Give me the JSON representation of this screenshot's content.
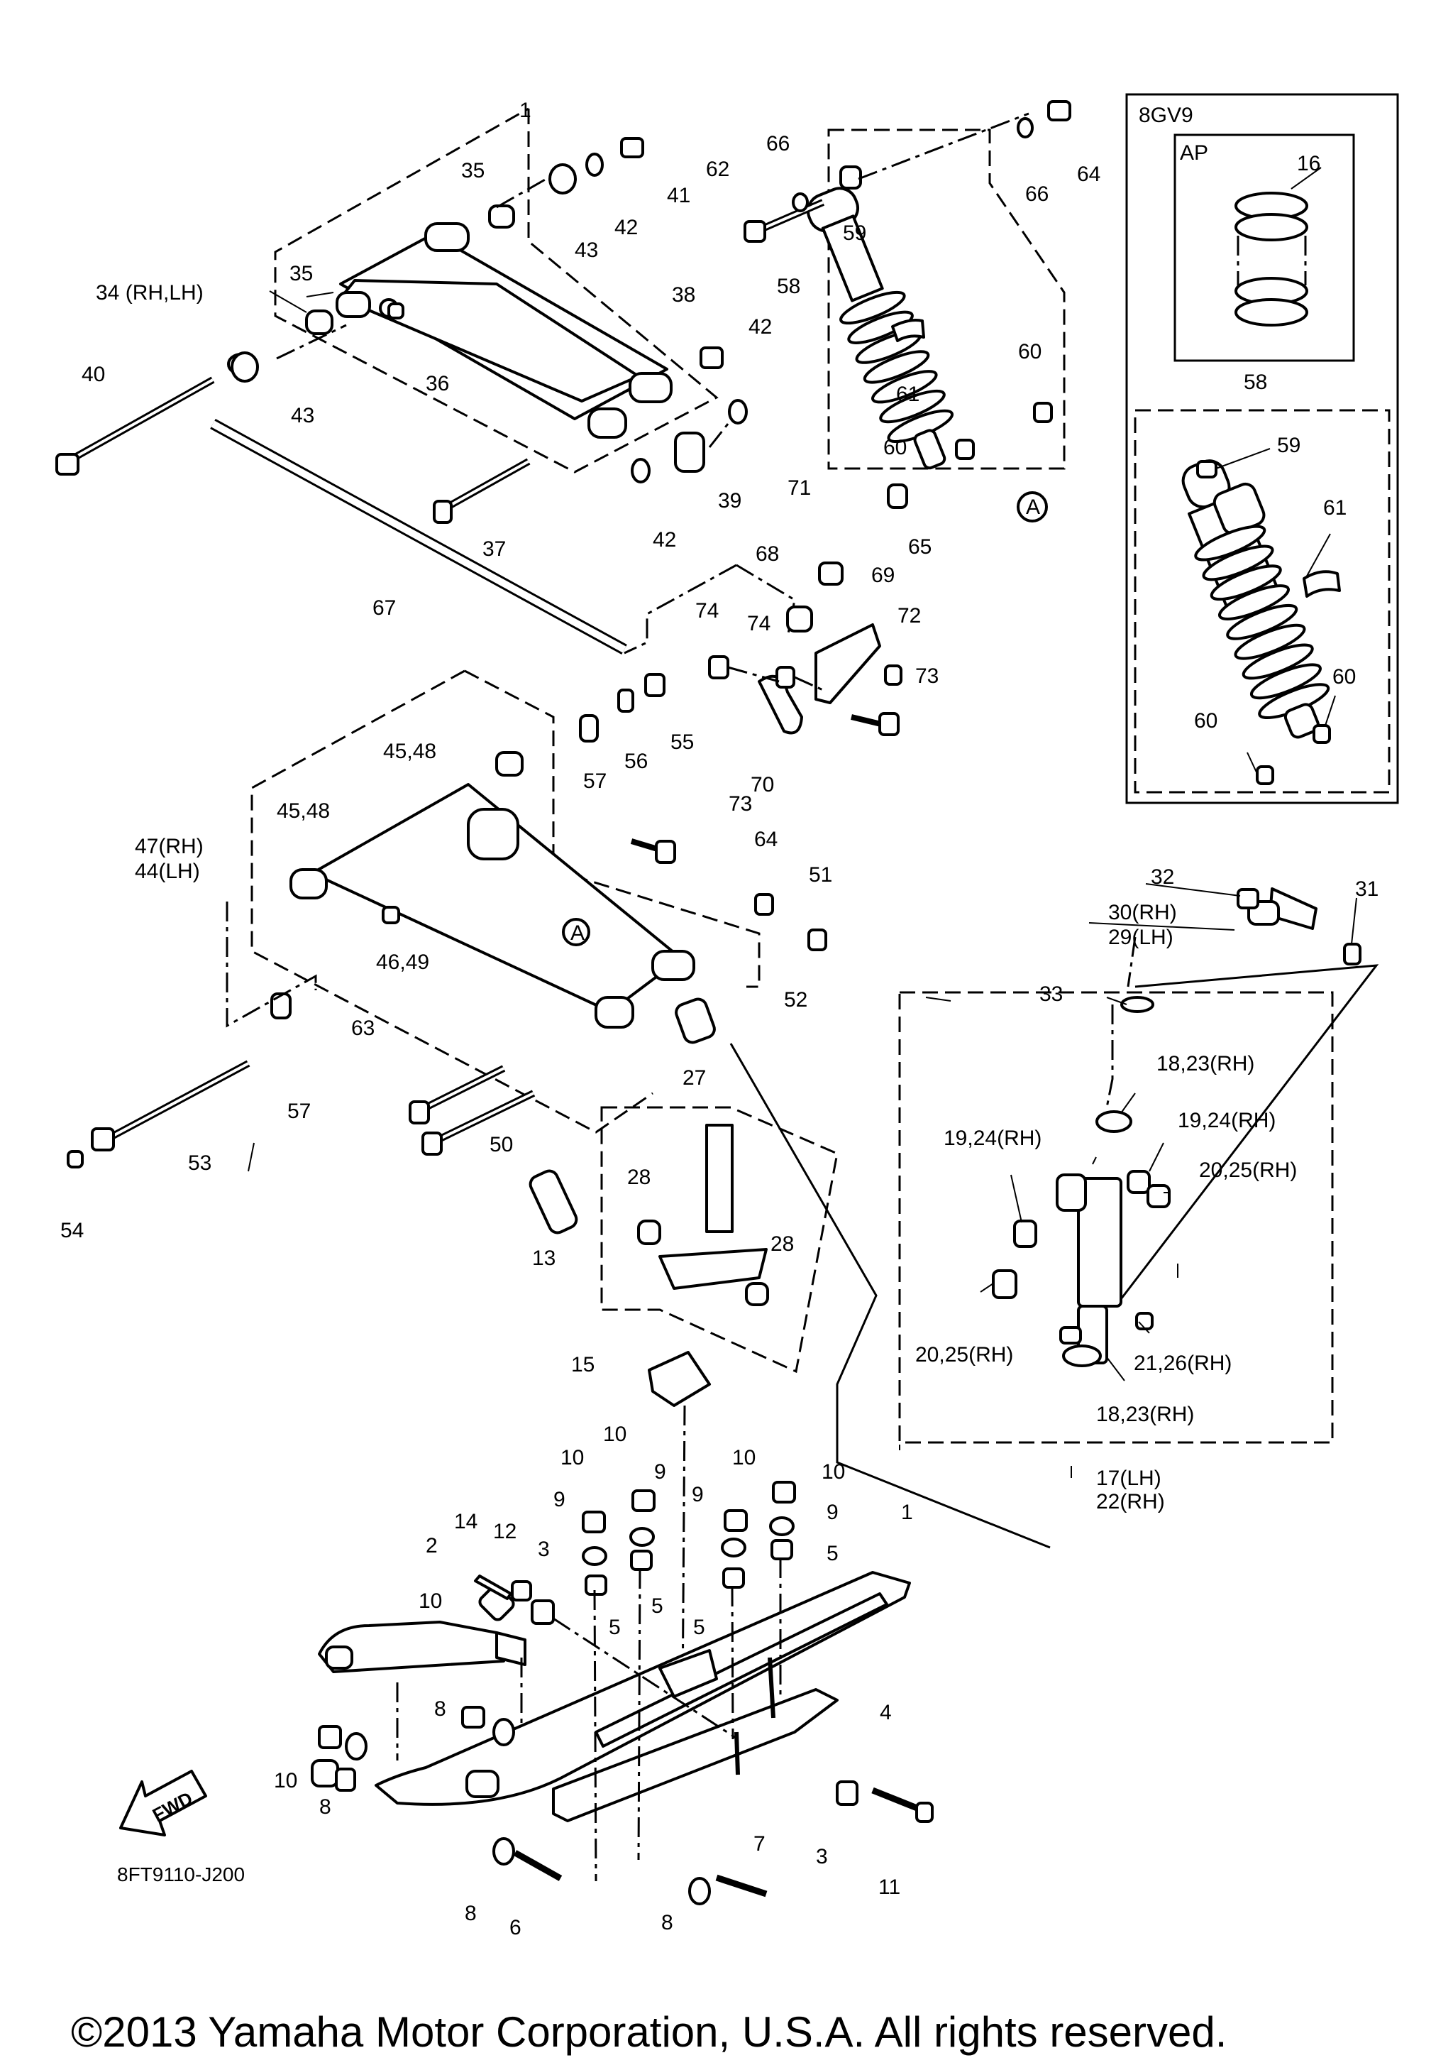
{
  "diagram": {
    "code": "8FT9110-J200",
    "copyright": "©2013 Yamaha Motor Corporation, U.S.A. All rights reserved.",
    "fwd": "FWD",
    "inset_title": "8GV9",
    "inset_sub": "AP",
    "circle_ref": "A",
    "labels": {
      "l1": "1",
      "l1b": "1",
      "l2": "2",
      "l3": "3",
      "l3b": "3",
      "l4": "4",
      "l5": "5",
      "l5b": "5",
      "l5c": "5",
      "l5d": "5",
      "l6": "6",
      "l7": "7",
      "l8": "8",
      "l8b": "8",
      "l8c": "8",
      "l8d": "8",
      "l9": "9",
      "l9b": "9",
      "l9c": "9",
      "l9d": "9",
      "l10": "10",
      "l10b": "10",
      "l10c": "10",
      "l10d": "10",
      "l10e": "10",
      "l10f": "10",
      "l11": "11",
      "l12": "12",
      "l13": "13",
      "l14": "14",
      "l15": "15",
      "l16": "16",
      "l17": "17(LH)",
      "l22": "22(RH)",
      "l18a": "18,23(RH)",
      "l18b": "18,23(RH)",
      "l19a": "19,24(RH)",
      "l19b": "19,24(RH)",
      "l20a": "20,25(RH)",
      "l20b": "20,25(RH)",
      "l21": "21,26(RH)",
      "l27": "27",
      "l28a": "28",
      "l28b": "28",
      "l29": "29(LH)",
      "l30": "30(RH)",
      "l31": "31",
      "l32": "32",
      "l33": "33",
      "l34": "34 (RH,LH)",
      "l35a": "35",
      "l35b": "35",
      "l36": "36",
      "l37": "37",
      "l38": "38",
      "l39": "39",
      "l40": "40",
      "l41": "41",
      "l42a": "42",
      "l42b": "42",
      "l42c": "42",
      "l43a": "43",
      "l43b": "43",
      "l44": "44(LH)",
      "l47": "47(RH)",
      "l4548a": "45,48",
      "l4548b": "45,48",
      "l4649": "46,49",
      "l50": "50",
      "l51": "51",
      "l52": "52",
      "l53": "53",
      "l54": "54",
      "l55": "55",
      "l56": "56",
      "l57a": "57",
      "l57b": "57",
      "l58a": "58",
      "l58b": "58",
      "l59a": "59",
      "l59b": "59",
      "l60a": "60",
      "l60b": "60",
      "l60c": "60",
      "l60d": "60",
      "l61a": "61",
      "l61b": "61",
      "l62": "62",
      "l63": "63",
      "l64a": "64",
      "l64b": "64",
      "l65": "65",
      "l66a": "66",
      "l66b": "66",
      "l67": "67",
      "l68": "68",
      "l69": "69",
      "l70": "70",
      "l71": "71",
      "l72": "72",
      "l73a": "73",
      "l73b": "73",
      "l74a": "74",
      "l74b": "74"
    }
  }
}
